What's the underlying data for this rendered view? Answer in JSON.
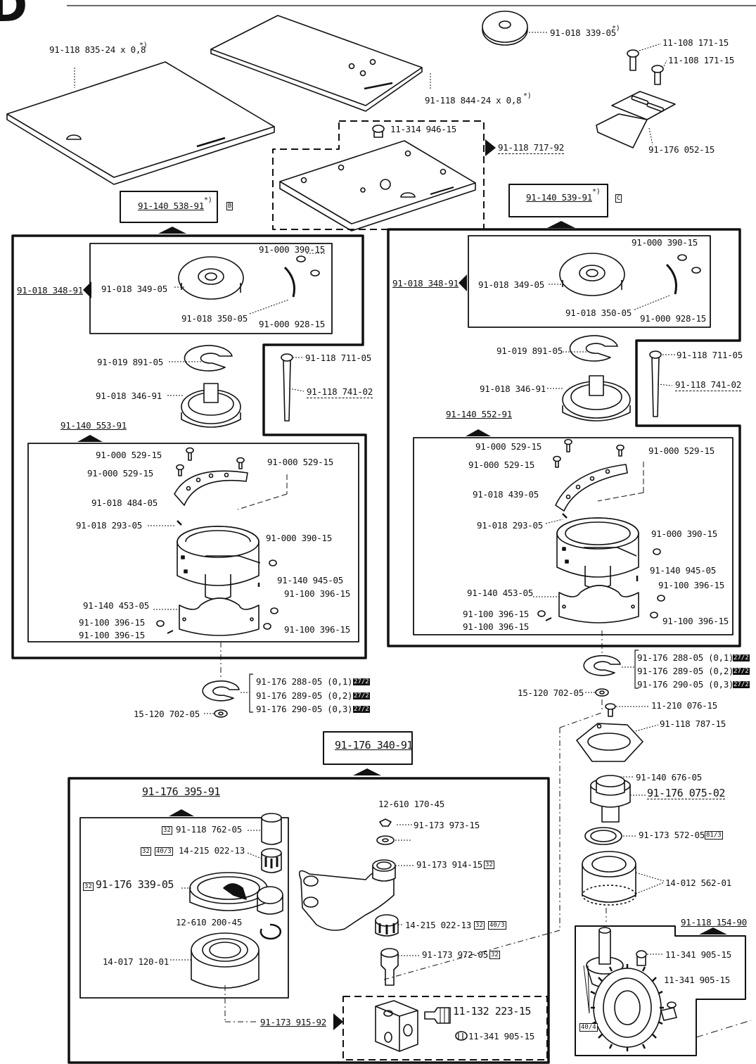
{
  "page": {
    "letter": "D"
  },
  "top_parts": {
    "bobbin": "91-018 339-05",
    "bobbin_star": "*)",
    "plate_left": "91-118 835-24 x 0,8",
    "plate_left_star": "*)",
    "plate_right": "91-118 844-24 x 0,8",
    "plate_right_star": "*)",
    "screw_a": "11-108 171-15",
    "screw_b": "11-108 171-15",
    "bracket": "91-176 052-15",
    "plate_screw": "11-314 946-15",
    "plate_assembly": "91-118 717-92"
  },
  "left_group": {
    "assembly": "91-140 538-91",
    "star": "*)",
    "tag": "B",
    "cap_assembly": "91-018 348-91",
    "cap": "91-018 349-05",
    "cap_screw": "91-000 390-15",
    "spring": "91-018 350-05",
    "spring_screw": "91-000 928-15",
    "washer": "91-019 891-05",
    "pin": "91-118 711-05",
    "shaft": "91-118 741-02",
    "bobbin_case": "91-018 346-91",
    "hook_assembly": "91-140 553-91",
    "s1": "91-000 529-15",
    "s2": "91-000 529-15",
    "s3": "91-000 529-15",
    "gib": "91-018 484-05",
    "gib_screw": "91-018 293-05",
    "hook_screw": "91-000 390-15",
    "hook_part": "91-140 945-05",
    "h1": "91-100 396-15",
    "hook_sleeve": "91-140 453-05",
    "h2": "91-100 396-15",
    "h3": "91-100 396-15",
    "h4": "91-100 396-15",
    "shim1": "91-176 288-05 (0,1)",
    "shim2": "91-176 289-05 (0,2)",
    "shim3": "91-176 290-05 (0,3)",
    "shim_tag": "27/2",
    "ring": "15-120 702-05"
  },
  "right_group": {
    "assembly": "91-140 539-91",
    "star": "*)",
    "tag": "C",
    "cap_assembly": "91-018 348-91",
    "cap": "91-018 349-05",
    "cap_screw": "91-000 390-15",
    "spring": "91-018 350-05",
    "spring_screw": "91-000 928-15",
    "washer": "91-019 891-05",
    "pin": "91-118 711-05",
    "shaft": "91-118 741-02",
    "bobbin_case": "91-018 346-91",
    "hook_assembly": "91-140 552-91",
    "s1": "91-000 529-15",
    "s2": "91-000 529-15",
    "s3": "91-000 529-15",
    "gib": "91-018 439-05",
    "gib_screw": "91-018 293-05",
    "hook_screw": "91-000 390-15",
    "hook_part": "91-140 945-05",
    "h1": "91-100 396-15",
    "hook_sleeve": "91-140 453-05",
    "h2": "91-100 396-15",
    "h3": "91-100 396-15",
    "h4": "91-100 396-15",
    "shim1": "91-176 288-05 (0,1)",
    "shim2": "91-176 289-05 (0,2)",
    "shim3": "91-176 290-05 (0,3)",
    "shim_tag": "27/2",
    "ring": "15-120 702-05"
  },
  "right_column": {
    "screw": "11-210 076-15",
    "flange": "91-118 787-15",
    "bushing_part": "91-140 676-05",
    "bushing": "91-176 075-02",
    "ring": "91-173 572-05",
    "ring_tag": "81/3",
    "bearing": "14-012 562-01",
    "gear_assembly": "91-118 154-90",
    "gear_screw1": "11-341 905-15",
    "gear_screw2": "11-341 905-15",
    "gear_tag": "40/4"
  },
  "bottom_group": {
    "assembly": "91-176 340-91",
    "sub_assembly": "91-176 395-91",
    "cap": "91-118 762-05",
    "needle_bearing": "14-215 022-13",
    "housing": "91-176 339-05",
    "circlip": "12-610 200-45",
    "ball_bearing": "14-017 120-01",
    "circlip2": "12-610 170-45",
    "washer": "91-173 973-15",
    "bushing": "91-173 914-15",
    "needle_bearing2": "14-215 022-13",
    "pin": "91-173 972-05",
    "crank_assembly": "91-173 915-92",
    "crank_screw": "11-132 223-15",
    "crank_setscrew": "11-341 905-15",
    "tag_32": "32",
    "tag_40_3": "40/3"
  }
}
